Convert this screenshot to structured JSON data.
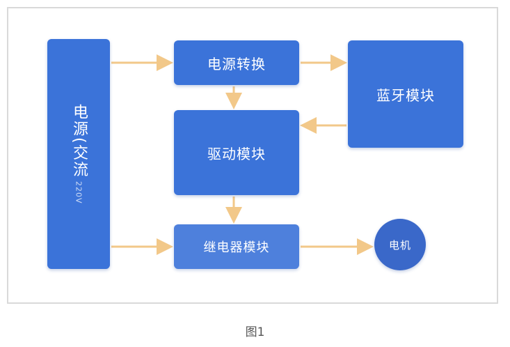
{
  "diagram": {
    "blocks": {
      "power_source": {
        "label_main": "电源(交流",
        "label_sub": "220V"
      },
      "power_convert": {
        "label": "电源转换"
      },
      "bluetooth": {
        "label": "蓝牙模块"
      },
      "driver": {
        "label": "驱动模块"
      },
      "relay": {
        "label": "继电器模块"
      },
      "motor": {
        "label": "电机"
      }
    },
    "colors": {
      "block_fill": "#3b73d9",
      "arrow": "#f2c889",
      "frame_border": "#d9d9d9"
    }
  },
  "caption": "图1"
}
